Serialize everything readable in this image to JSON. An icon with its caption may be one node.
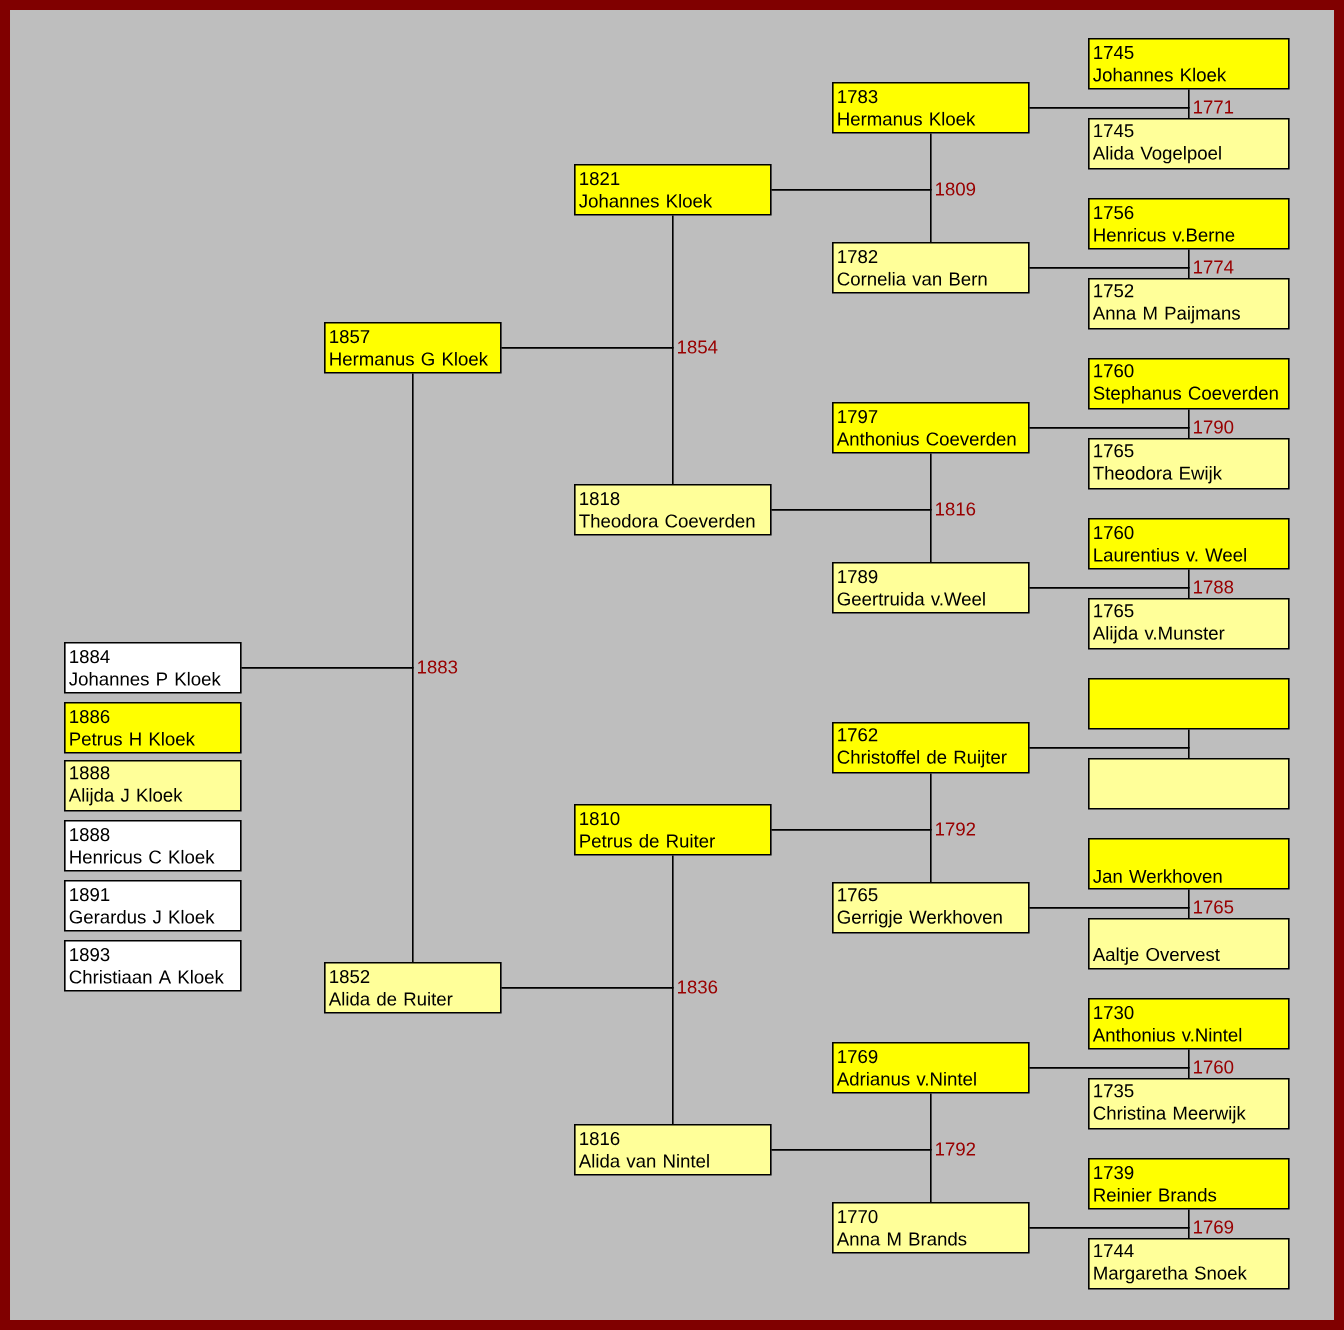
{
  "diagram": {
    "nodes": [
      {
        "text": [
          "1884",
          "Johannes P Kloek"
        ]
      },
      {
        "text": [
          "1886",
          "Petrus H Kloek"
        ]
      },
      {
        "text": [
          "1888",
          "Alijda J Kloek"
        ]
      },
      {
        "text": [
          "1888",
          "Henricus C Kloek"
        ]
      },
      {
        "text": [
          "1891",
          "Gerardus J Kloek"
        ]
      },
      {
        "text": [
          "1893",
          "Christiaan A Kloek"
        ]
      },
      {
        "text": [
          "1857",
          "Hermanus G Kloek"
        ]
      },
      {
        "text": [
          "1852",
          "Alida de Ruiter"
        ]
      },
      {
        "text": [
          "1821",
          "Johannes Kloek"
        ]
      },
      {
        "text": [
          "1818",
          "Theodora Coeverden"
        ]
      },
      {
        "text": [
          "1810",
          "Petrus de Ruiter"
        ]
      },
      {
        "text": [
          "1816",
          "Alida van Nintel"
        ]
      },
      {
        "text": [
          "1783",
          "Hermanus Kloek"
        ]
      },
      {
        "text": [
          "1782",
          "Cornelia van Bern"
        ]
      },
      {
        "text": [
          "1797",
          "Anthonius Coeverden"
        ]
      },
      {
        "text": [
          "1789",
          "Geertruida v.Weel"
        ]
      },
      {
        "text": [
          "1762",
          "Christoffel de Ruijter"
        ]
      },
      {
        "text": [
          "1765",
          "Gerrigje Werkhoven"
        ]
      },
      {
        "text": [
          "1769",
          "Adrianus v.Nintel"
        ]
      },
      {
        "text": [
          "1770",
          "Anna M Brands"
        ]
      },
      {
        "text": [
          "1745",
          "Johannes Kloek"
        ]
      },
      {
        "text": [
          "1745",
          "Alida Vogelpoel"
        ]
      },
      {
        "text": [
          "1756",
          "Henricus v.Berne"
        ]
      },
      {
        "text": [
          "1752",
          "Anna M Paijmans"
        ]
      },
      {
        "text": [
          "1760",
          "Stephanus Coeverden"
        ]
      },
      {
        "text": [
          "1765",
          "Theodora Ewijk"
        ]
      },
      {
        "text": [
          "1760",
          "Laurentius v. Weel"
        ]
      },
      {
        "text": [
          "1765",
          "Alijda v.Munster"
        ]
      },
      {
        "text": [],
        "shape": "box"
      },
      {
        "text": [],
        "shape": "box"
      },
      {
        "text": [
          "Jan Werkhoven"
        ]
      },
      {
        "text": [
          "Aaltje Overvest"
        ]
      },
      {
        "text": [
          "1730",
          "Anthonius v.Nintel"
        ]
      },
      {
        "text": [
          "1735",
          "Christina Meerwijk"
        ]
      },
      {
        "text": [
          "1739",
          "Reinier Brands"
        ]
      },
      {
        "text": [
          "1744",
          "Margaretha Snoek"
        ]
      }
    ],
    "edges": [
      {
        "from": 0,
        "to": 6,
        "arrow": "none",
        "label": "1883"
      },
      {
        "from": 0,
        "to": 7,
        "arrow": "none"
      },
      {
        "from": 6,
        "to": 8,
        "arrow": "none",
        "label": "1854"
      },
      {
        "from": 6,
        "to": 9,
        "arrow": "none"
      },
      {
        "from": 7,
        "to": 10,
        "arrow": "none",
        "label": "1836"
      },
      {
        "from": 7,
        "to": 11,
        "arrow": "none"
      },
      {
        "from": 8,
        "to": 12,
        "arrow": "none",
        "label": "1809"
      },
      {
        "from": 8,
        "to": 13,
        "arrow": "none"
      },
      {
        "from": 9,
        "to": 14,
        "arrow": "none",
        "label": "1816"
      },
      {
        "from": 9,
        "to": 15,
        "arrow": "none"
      },
      {
        "from": 10,
        "to": 16,
        "arrow": "none",
        "label": "1792"
      },
      {
        "from": 10,
        "to": 17,
        "arrow": "none"
      },
      {
        "from": 11,
        "to": 18,
        "arrow": "none",
        "label": "1792"
      },
      {
        "from": 11,
        "to": 19,
        "arrow": "none"
      },
      {
        "from": 12,
        "to": 20,
        "arrow": "none",
        "label": "1771"
      },
      {
        "from": 12,
        "to": 21,
        "arrow": "none"
      },
      {
        "from": 13,
        "to": 22,
        "arrow": "none",
        "label": "1774"
      },
      {
        "from": 13,
        "to": 23,
        "arrow": "none"
      },
      {
        "from": 14,
        "to": 24,
        "arrow": "none",
        "label": "1790"
      },
      {
        "from": 14,
        "to": 25,
        "arrow": "none"
      },
      {
        "from": 15,
        "to": 26,
        "arrow": "none",
        "label": "1788"
      },
      {
        "from": 15,
        "to": 27,
        "arrow": "none"
      },
      {
        "from": 16,
        "to": 28,
        "arrow": "none"
      },
      {
        "from": 16,
        "to": 29,
        "arrow": "none"
      },
      {
        "from": 17,
        "to": 30,
        "arrow": "none",
        "label": "1765"
      },
      {
        "from": 17,
        "to": 31,
        "arrow": "none"
      },
      {
        "from": 18,
        "to": 32,
        "arrow": "none",
        "label": "1760"
      },
      {
        "from": 18,
        "to": 33,
        "arrow": "none"
      },
      {
        "from": 19,
        "to": 34,
        "arrow": "none",
        "label": "1769"
      },
      {
        "from": 19,
        "to": 35,
        "arrow": "none"
      }
    ]
  }
}
